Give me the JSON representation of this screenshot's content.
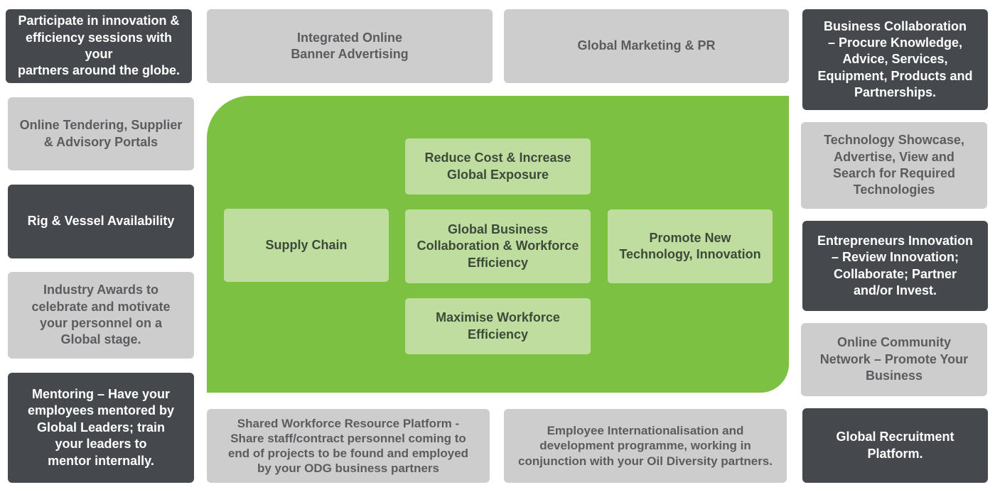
{
  "diagram": {
    "left_column": [
      {
        "id": "innovation-sessions",
        "style": "dark",
        "text": "Participate in innovation &\nefficiency sessions with your\npartners around the globe."
      },
      {
        "id": "tendering-portals",
        "style": "light",
        "text": "Online Tendering, Supplier\n& Advisory Portals"
      },
      {
        "id": "rig-vessel",
        "style": "dark",
        "text": "Rig & Vessel Availability"
      },
      {
        "id": "industry-awards",
        "style": "light",
        "text": "Industry Awards to\ncelebrate and motivate\nyour personnel on a\nGlobal stage."
      },
      {
        "id": "mentoring",
        "style": "dark",
        "text": "Mentoring – Have your\nemployees mentored by\nGlobal Leaders; train\nyour leaders to\nmentor internally."
      }
    ],
    "top_row": [
      {
        "id": "banner-advertising",
        "style": "light",
        "text": "Integrated Online\nBanner Advertising"
      },
      {
        "id": "global-marketing",
        "style": "light",
        "text": "Global Marketing & PR"
      }
    ],
    "right_column": [
      {
        "id": "business-collaboration",
        "style": "dark",
        "text": "Business Collaboration\n– Procure Knowledge,\nAdvice, Services,\nEquipment, Products and\nPartnerships."
      },
      {
        "id": "technology-showcase",
        "style": "light",
        "text": "Technology Showcase,\nAdvertise, View and\nSearch for Required\nTechnologies"
      },
      {
        "id": "entrepreneurs-innovation",
        "style": "dark",
        "text": "Entrepreneurs Innovation\n– Review Innovation;\nCollaborate; Partner\nand/or Invest."
      },
      {
        "id": "online-community",
        "style": "light",
        "text": "Online Community\nNetwork – Promote Your\nBusiness"
      },
      {
        "id": "global-recruitment",
        "style": "dark",
        "text": "Global Recruitment\nPlatform."
      }
    ],
    "bottom_row": [
      {
        "id": "shared-workforce",
        "style": "light",
        "text": "Shared Workforce Resource Platform -\nShare staff/contract personnel coming to\nend of projects to be found and employed\nby your ODG business partners"
      },
      {
        "id": "employee-internationalisation",
        "style": "light",
        "text": "Employee Internationalisation and\ndevelopment programme, working in\nconjunction with your Oil Diversity partners."
      }
    ],
    "center": {
      "reduce_cost": "Reduce Cost & Increase\nGlobal Exposure",
      "supply_chain": "Supply Chain",
      "global_business": "Global Business\nCollaboration & Workforce\nEfficiency",
      "promote_technology": "Promote New\nTechnology, Innovation",
      "maximise_workforce": "Maximise Workforce\nEfficiency"
    },
    "colors": {
      "dark_box": "#45484c",
      "light_box": "#cdcdce",
      "green_panel": "#7cc142",
      "inner_box": "#bedd9f"
    }
  }
}
